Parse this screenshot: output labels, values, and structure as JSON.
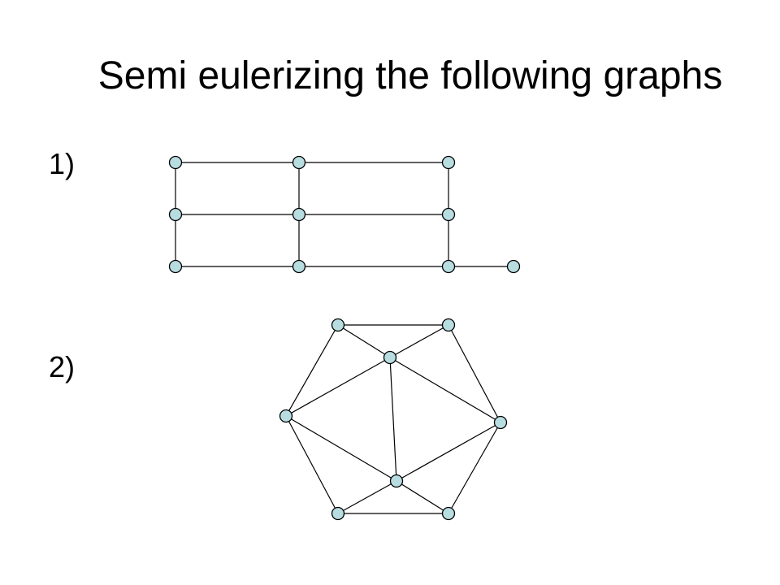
{
  "slide": {
    "title": "Semi eulerizing the following graphs"
  },
  "items": [
    {
      "label": "1)"
    },
    {
      "label": "2)"
    }
  ],
  "colors": {
    "vertex_fill": "#b7dde1",
    "edge": "#000000",
    "text": "#000000"
  },
  "graphs": [
    {
      "name": "graph-1",
      "vertex_count": 10,
      "edges": [
        [
          0,
          1
        ],
        [
          1,
          2
        ],
        [
          3,
          4
        ],
        [
          4,
          5
        ],
        [
          6,
          7
        ],
        [
          7,
          8
        ],
        [
          8,
          9
        ],
        [
          0,
          3
        ],
        [
          3,
          6
        ],
        [
          1,
          4
        ],
        [
          4,
          7
        ],
        [
          2,
          5
        ],
        [
          5,
          8
        ]
      ]
    },
    {
      "name": "graph-2",
      "vertex_count": 8,
      "edges": [
        [
          0,
          1
        ],
        [
          1,
          3
        ],
        [
          3,
          5
        ],
        [
          5,
          4
        ],
        [
          4,
          2
        ],
        [
          2,
          0
        ],
        [
          0,
          6
        ],
        [
          1,
          6
        ],
        [
          2,
          6
        ],
        [
          3,
          6
        ],
        [
          6,
          7
        ],
        [
          2,
          7
        ],
        [
          3,
          7
        ],
        [
          4,
          7
        ],
        [
          5,
          7
        ]
      ]
    }
  ]
}
